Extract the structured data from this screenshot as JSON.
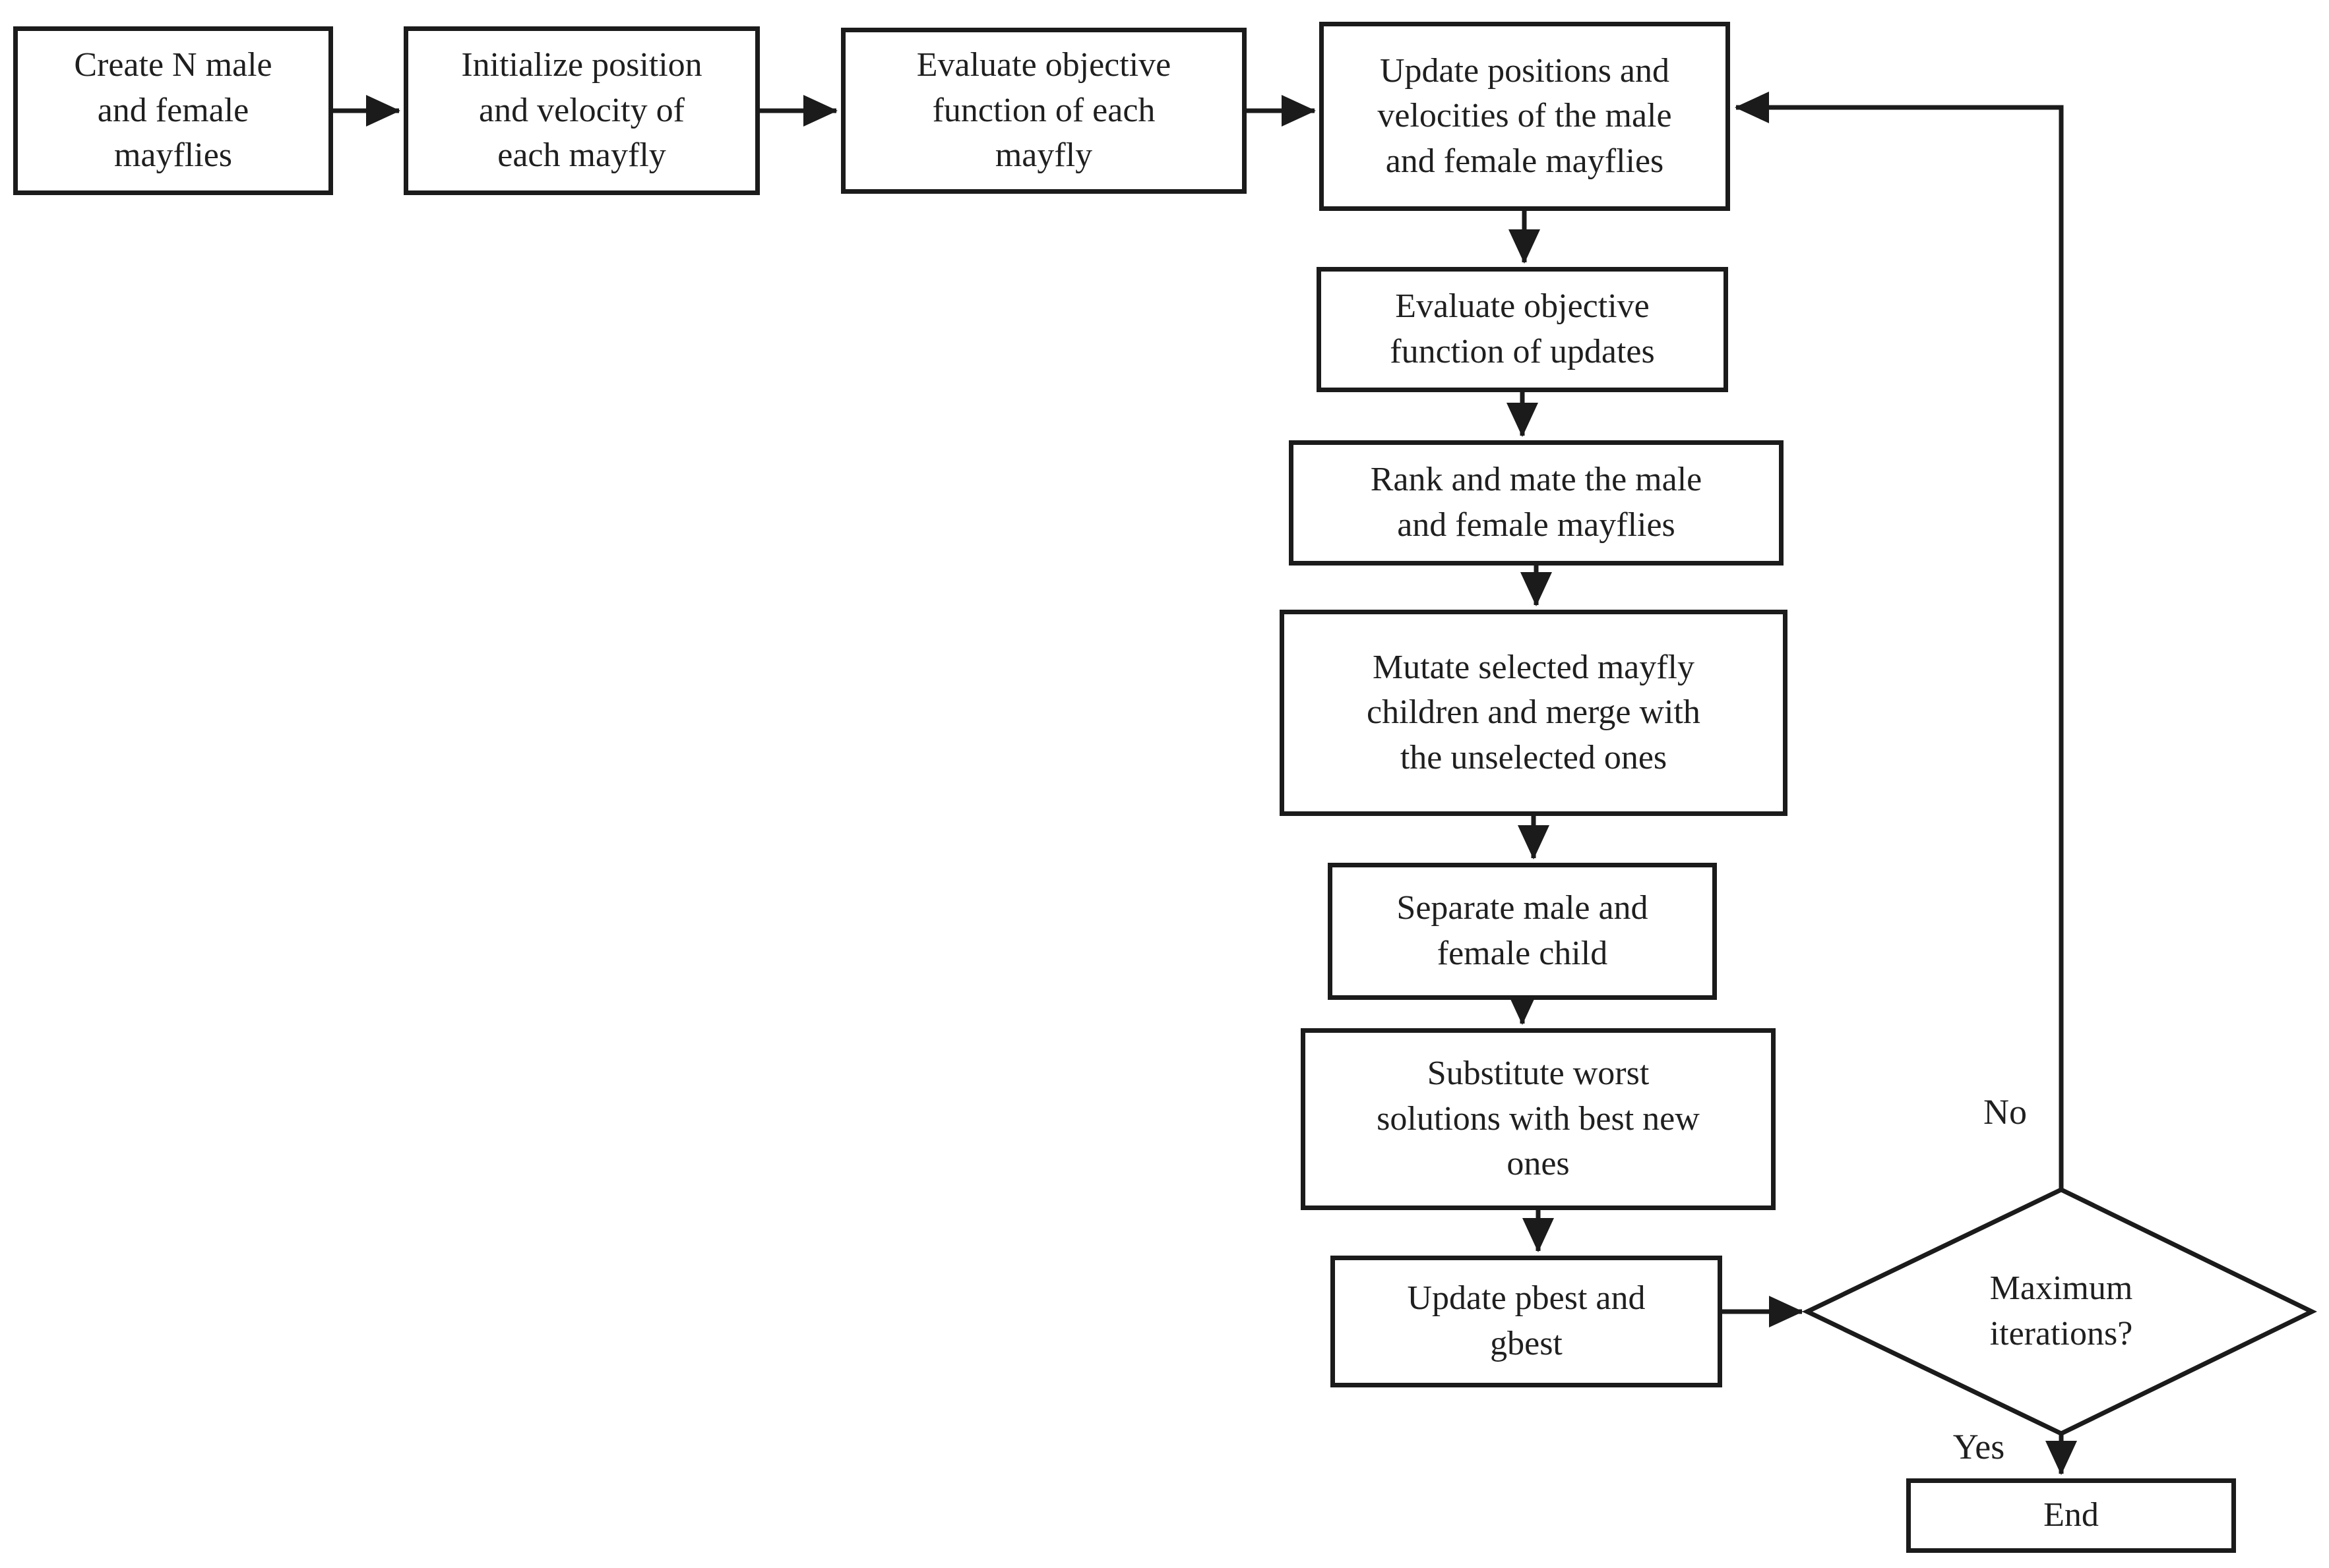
{
  "diagram": {
    "type": "flowchart",
    "subject": "Mayfly optimization algorithm"
  },
  "colors": {
    "background": "#ffffff",
    "line": "#1b1b1b",
    "text": "#1f1f1f"
  },
  "nodes": [
    {
      "id": "create-mayflies",
      "shape": "rect",
      "label": "Create N male\nand female\nmayflies"
    },
    {
      "id": "initialize",
      "shape": "rect",
      "label": "Initialize position\nand velocity of\neach mayfly"
    },
    {
      "id": "evaluate-each",
      "shape": "rect",
      "label": "Evaluate objective\nfunction of each\nmayfly"
    },
    {
      "id": "update-positions",
      "shape": "rect",
      "label": "Update positions and\nvelocities of the male\nand female mayflies"
    },
    {
      "id": "evaluate-updates",
      "shape": "rect",
      "label": "Evaluate objective\nfunction of updates"
    },
    {
      "id": "rank-mate",
      "shape": "rect",
      "label": "Rank and mate the male\nand female mayflies"
    },
    {
      "id": "mutate-merge",
      "shape": "rect",
      "label": "Mutate selected mayfly\nchildren and merge with\nthe unselected ones"
    },
    {
      "id": "separate-children",
      "shape": "rect",
      "label": "Separate male and\nfemale child"
    },
    {
      "id": "substitute-worst",
      "shape": "rect",
      "label": "Substitute worst\nsolutions with best new\nones"
    },
    {
      "id": "update-pbest-gbest",
      "shape": "rect",
      "label": "Update pbest and\ngbest"
    },
    {
      "id": "max-iterations",
      "shape": "diamond",
      "label": "Maximum\niterations?"
    },
    {
      "id": "end",
      "shape": "rect",
      "label": "End"
    }
  ],
  "edge_labels": {
    "no": "No",
    "yes": "Yes"
  }
}
